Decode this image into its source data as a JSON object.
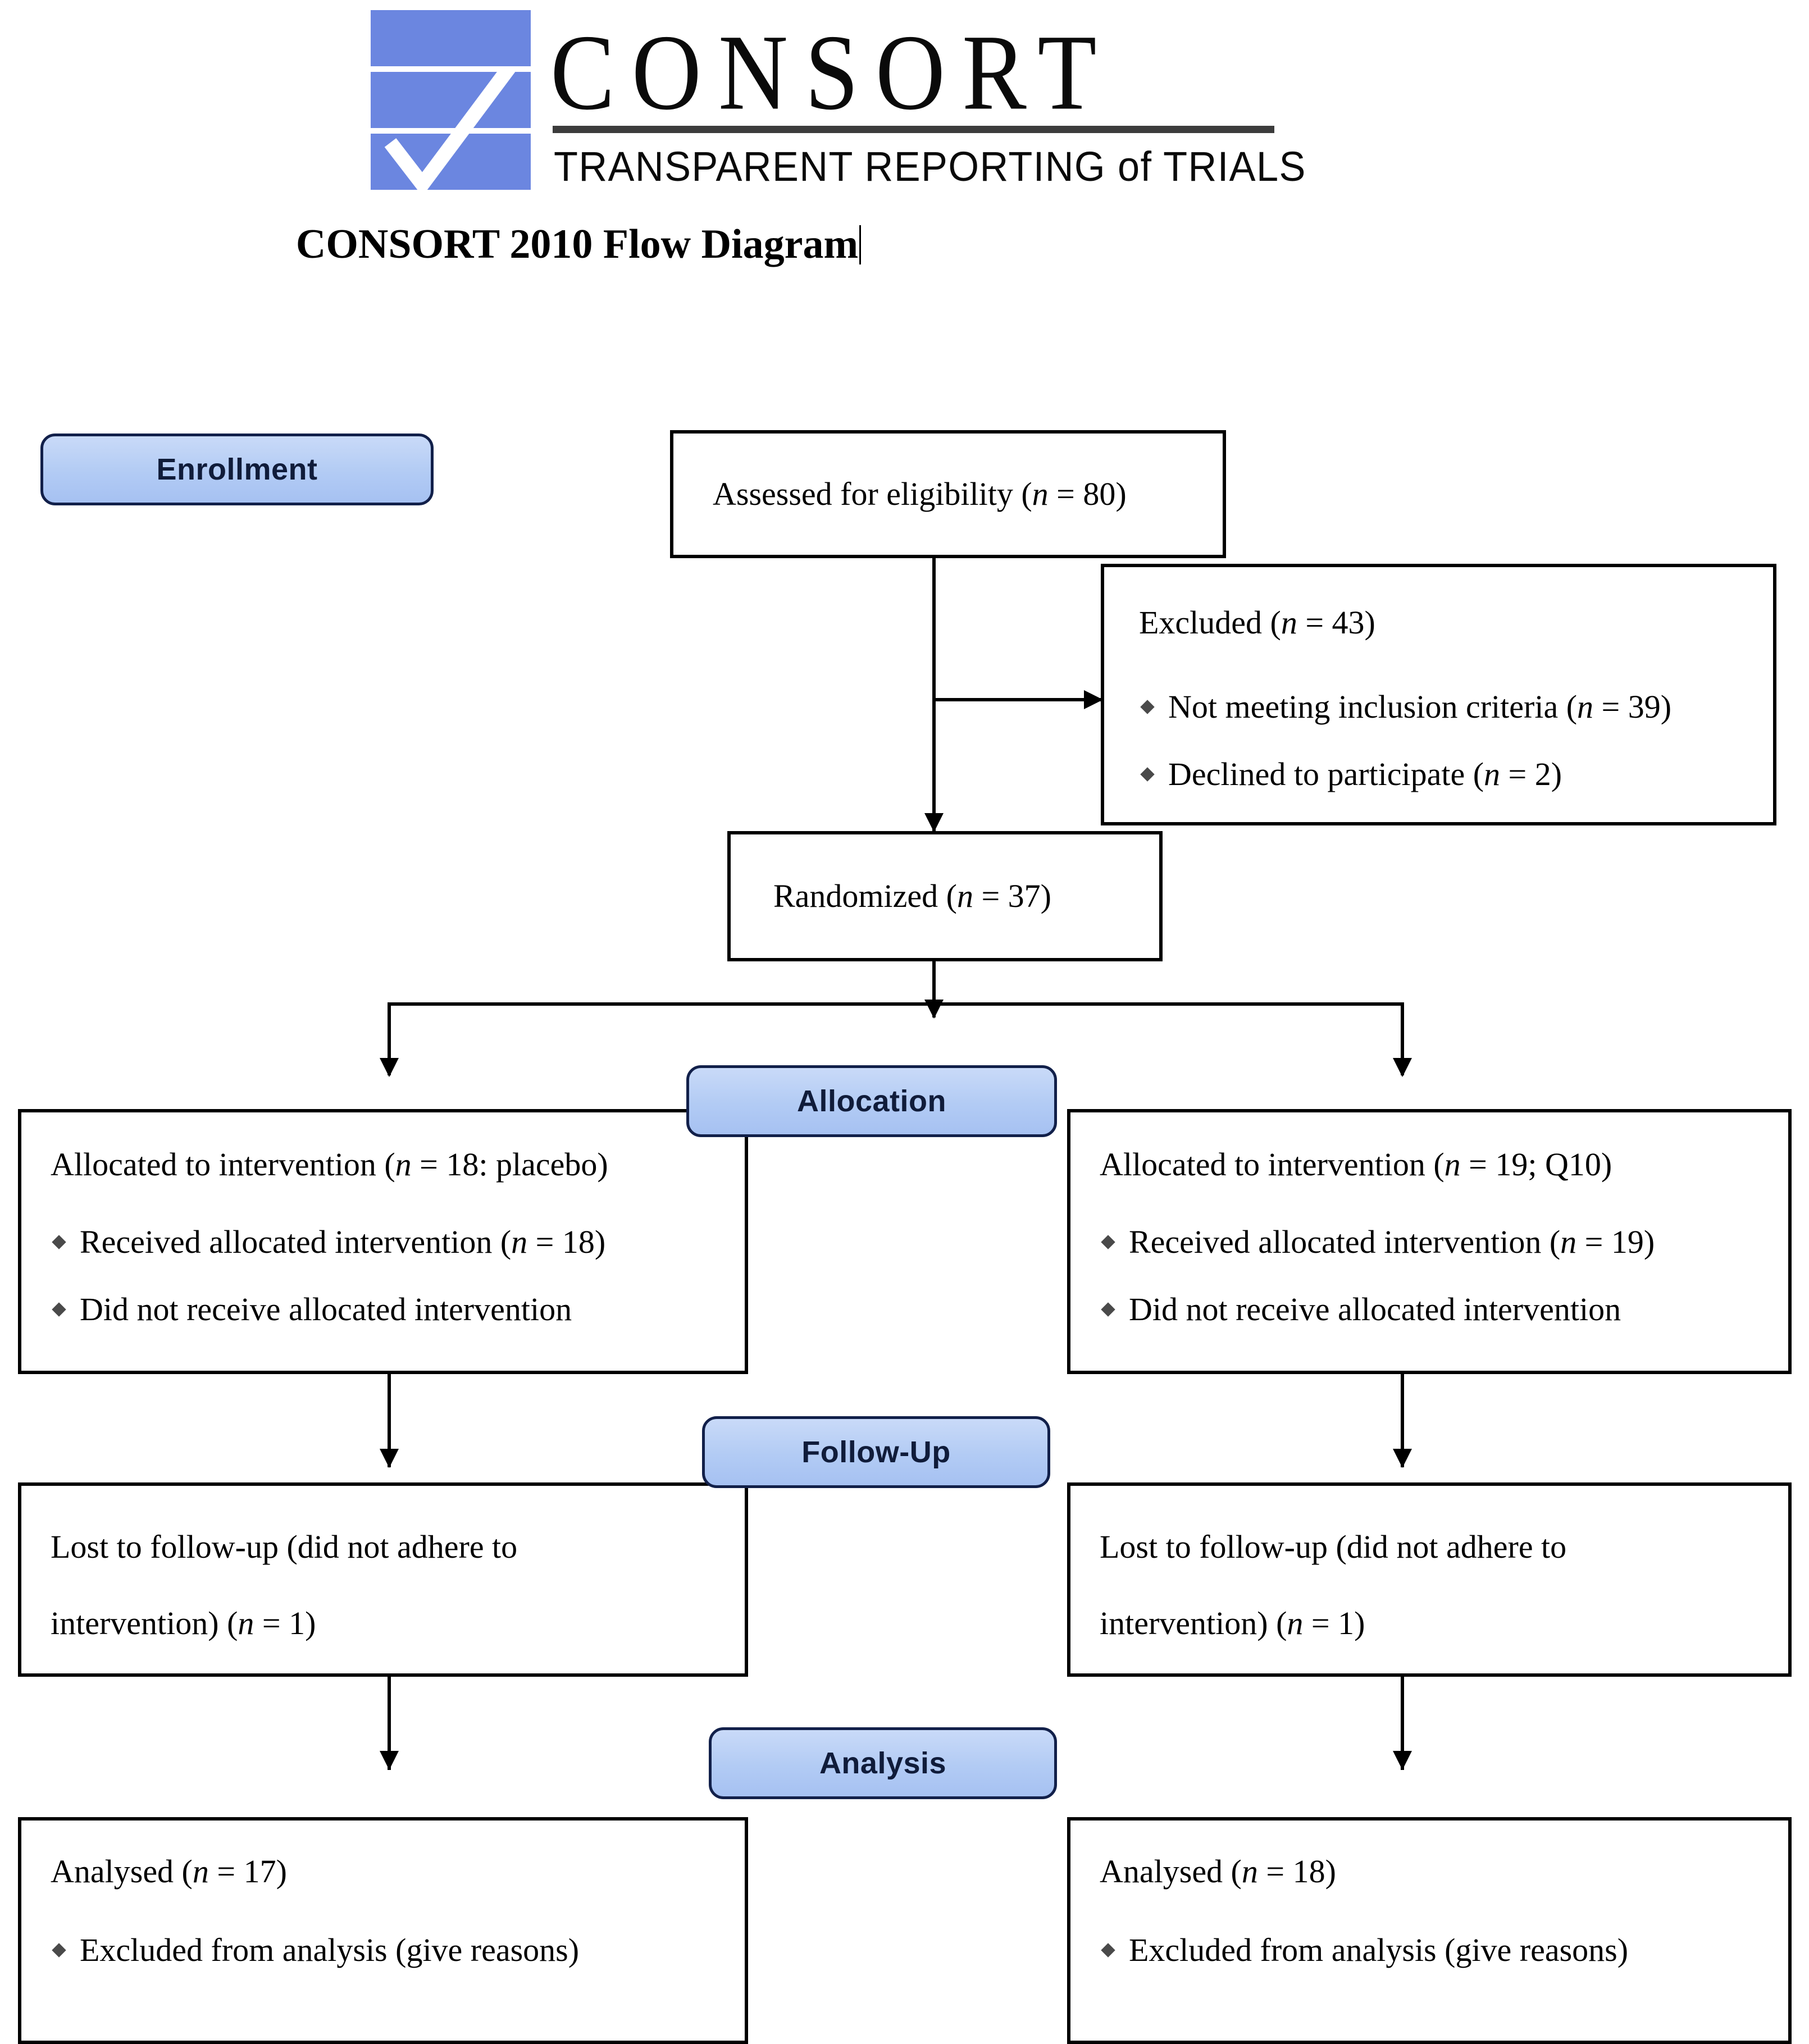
{
  "header": {
    "logo_word": "CONSORT",
    "logo_tagline": "TRANSPARENT REPORTING of TRIALS",
    "logo_mark_name": "consort-checkmark-logo",
    "doc_title": "CONSORT 2010 Flow Diagram"
  },
  "colors": {
    "stage_badge_fill": "#b2cbf4",
    "stage_badge_border": "#12204a",
    "logo_blue": "#6b86e0",
    "box_border": "#000000",
    "text": "#000000"
  },
  "stages": {
    "enrollment": "Enrollment",
    "allocation": "Allocation",
    "followup": "Follow-Up",
    "analysis": "Analysis"
  },
  "boxes": {
    "assessed": {
      "line1": "Assessed for eligibility (",
      "n": "n",
      "line1_tail": " = 80)"
    },
    "excluded": {
      "title_pre": "Excluded (",
      "title_n": "n",
      "title_tail": " = 43)",
      "items": [
        {
          "pre": "Not meeting inclusion criteria (",
          "n": "n",
          "tail": " = 39)"
        },
        {
          "pre": "Declined to participate (",
          "n": "n",
          "tail": " = 2)"
        }
      ]
    },
    "randomized": {
      "pre": "Randomized (",
      "n": "n",
      "tail": " = 37)"
    },
    "alloc_left": {
      "title_pre": "Allocated to intervention (",
      "title_n": "n",
      "title_tail": " = 18: placebo)",
      "items": [
        {
          "pre": "Received allocated intervention (",
          "n": "n",
          "tail": " = 18)"
        },
        {
          "pre": "Did not receive allocated intervention",
          "n": "",
          "tail": ""
        }
      ]
    },
    "alloc_right": {
      "title_pre": "Allocated to intervention (",
      "title_n": "n",
      "title_tail": " = 19; Q10)",
      "items": [
        {
          "pre": "Received allocated intervention (",
          "n": "n",
          "tail": " = 19)"
        },
        {
          "pre": "Did not receive allocated intervention",
          "n": "",
          "tail": ""
        }
      ]
    },
    "followup_left": {
      "line1": "Lost to follow-up (did not adhere to",
      "line2_pre": "intervention) (",
      "line2_n": "n",
      "line2_tail": " = 1)"
    },
    "followup_right": {
      "line1": "Lost to follow-up (did not adhere to",
      "line2_pre": "intervention) (",
      "line2_n": "n",
      "line2_tail": " = 1)"
    },
    "analysis_left": {
      "title_pre": "Analysed (",
      "title_n": "n",
      "title_tail": " = 17)",
      "items": [
        {
          "pre": "Excluded from analysis (give reasons)",
          "n": "",
          "tail": ""
        }
      ]
    },
    "analysis_right": {
      "title_pre": "Analysed (",
      "title_n": "n",
      "title_tail": " = 18)",
      "items": [
        {
          "pre": "Excluded from analysis (give reasons)",
          "n": "",
          "tail": ""
        }
      ]
    }
  },
  "chart_data": {
    "type": "diagram",
    "title": "CONSORT 2010 Flow Diagram",
    "nodes": [
      {
        "id": "assessed",
        "stage": "Enrollment",
        "label": "Assessed for eligibility",
        "n": 80
      },
      {
        "id": "excluded",
        "stage": "Enrollment",
        "label": "Excluded",
        "n": 43,
        "reasons": [
          {
            "label": "Not meeting inclusion criteria",
            "n": 39
          },
          {
            "label": "Declined to participate",
            "n": 2
          }
        ]
      },
      {
        "id": "randomized",
        "stage": "Enrollment",
        "label": "Randomized",
        "n": 37
      },
      {
        "id": "alloc_left",
        "stage": "Allocation",
        "label": "Allocated to intervention (placebo)",
        "n": 18,
        "details": [
          {
            "label": "Received allocated intervention",
            "n": 18
          },
          {
            "label": "Did not receive allocated intervention",
            "n": null
          }
        ]
      },
      {
        "id": "alloc_right",
        "stage": "Allocation",
        "label": "Allocated to intervention (Q10)",
        "n": 19,
        "details": [
          {
            "label": "Received allocated intervention",
            "n": 19
          },
          {
            "label": "Did not receive allocated intervention",
            "n": null
          }
        ]
      },
      {
        "id": "followup_left",
        "stage": "Follow-Up",
        "label": "Lost to follow-up (did not adhere to intervention)",
        "n": 1
      },
      {
        "id": "followup_right",
        "stage": "Follow-Up",
        "label": "Lost to follow-up (did not adhere to intervention)",
        "n": 1
      },
      {
        "id": "analysis_left",
        "stage": "Analysis",
        "label": "Analysed",
        "n": 17,
        "details": [
          {
            "label": "Excluded from analysis (give reasons)",
            "n": null
          }
        ]
      },
      {
        "id": "analysis_right",
        "stage": "Analysis",
        "label": "Analysed",
        "n": 18,
        "details": [
          {
            "label": "Excluded from analysis (give reasons)",
            "n": null
          }
        ]
      }
    ],
    "edges": [
      {
        "from": "assessed",
        "to": "excluded",
        "type": "branch-right"
      },
      {
        "from": "assessed",
        "to": "randomized",
        "type": "down"
      },
      {
        "from": "randomized",
        "to": "alloc_left",
        "type": "split-left"
      },
      {
        "from": "randomized",
        "to": "alloc_right",
        "type": "split-right"
      },
      {
        "from": "alloc_left",
        "to": "followup_left",
        "type": "down"
      },
      {
        "from": "alloc_right",
        "to": "followup_right",
        "type": "down"
      },
      {
        "from": "followup_left",
        "to": "analysis_left",
        "type": "down"
      },
      {
        "from": "followup_right",
        "to": "analysis_right",
        "type": "down"
      }
    ]
  }
}
